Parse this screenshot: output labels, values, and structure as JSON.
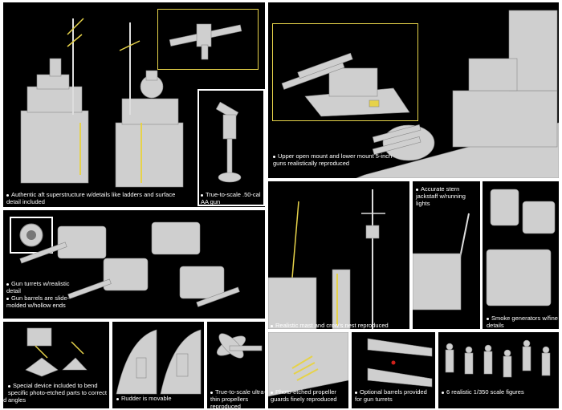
{
  "captions": {
    "aft_superstructure": "Authentic aft superstructure w/details like ladders and surface detail included",
    "aa_gun": "True-to-scale .50-cal AA gun",
    "five_inch_guns": "Upper open mount and lower mount 5-inch guns realistically reproduced",
    "stern_jackstaff": "Accurate stern jackstaff w/running lights",
    "gun_turrets": "Gun turrets w/realistic detail",
    "gun_barrels": "Gun barrels are slide-molded w/hollow ends",
    "mast": "Realistic mast and crow's nest reproduced",
    "smoke_generators": "Smoke generators w/fine details",
    "special_device": "Special device included to bend specific photo-etched parts to correct angles",
    "left_edge": "ed",
    "rudder": "Rudder is movable",
    "propellers": "True-to-scale ultra-thin propellers reproduced",
    "propeller_guards": "Photo-etched propeller guards finely reproduced",
    "optional_barrels": "Optional barrels provided for gun turrets",
    "figures": "6 realistic 1/350 scale figures"
  },
  "colors": {
    "background": "#000000",
    "part_grey": "#c8c8c8",
    "photo_etch": "#e6d24a",
    "highlight_red": "#d0201a"
  }
}
